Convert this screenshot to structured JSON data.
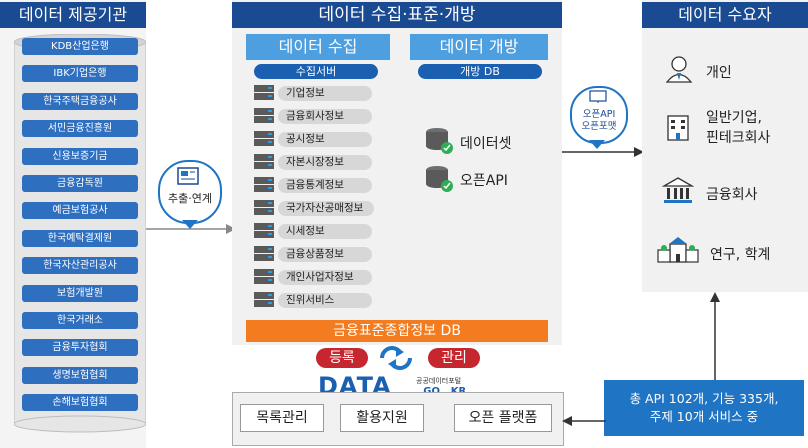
{
  "providers": {
    "title": "데이터 제공기관",
    "items": [
      "KDB산업은행",
      "IBK기업은행",
      "한국주택금융공사",
      "서민금융진흥원",
      "신용보증기금",
      "금융감독원",
      "예금보험공사",
      "한국예탁결제원",
      "한국자산관리공사",
      "보험개발원",
      "한국거래소",
      "금융투자협회",
      "생명보험협회",
      "손해보험협회"
    ]
  },
  "extract_label": "추출·연계",
  "center": {
    "title": "데이터 수집·표준·개방",
    "collect": {
      "title": "데이터 수집",
      "server": "수집서버",
      "items": [
        "기업정보",
        "금융회사정보",
        "공시정보",
        "자본시장정보",
        "금융통계정보",
        "국가자산공매정보",
        "시세정보",
        "금융상품정보",
        "개인사업자정보",
        "진위서비스"
      ]
    },
    "open": {
      "title": "데이터 개방",
      "db": "개방 DB",
      "items": [
        "데이터셋",
        "오픈API"
      ]
    },
    "db_bar": "금융표준종합정보 DB"
  },
  "openapi_label": [
    "오픈API",
    "오픈포맷"
  ],
  "consumers": {
    "title": "데이터 수요자",
    "items": [
      "개인",
      "일반기업,\n핀테크회사",
      "금융회사",
      "연구, 학계"
    ]
  },
  "portal": {
    "register": "등록",
    "manage": "관리",
    "logo": "DATA",
    "logo_sub": ". GO . KR",
    "logo_small": "공공데이터포털",
    "buttons": [
      "목록관리",
      "활용지원",
      "오픈 플랫폼"
    ]
  },
  "stats": "총 API 102개, 기능 335개,\n주제 10개 서비스 중"
}
